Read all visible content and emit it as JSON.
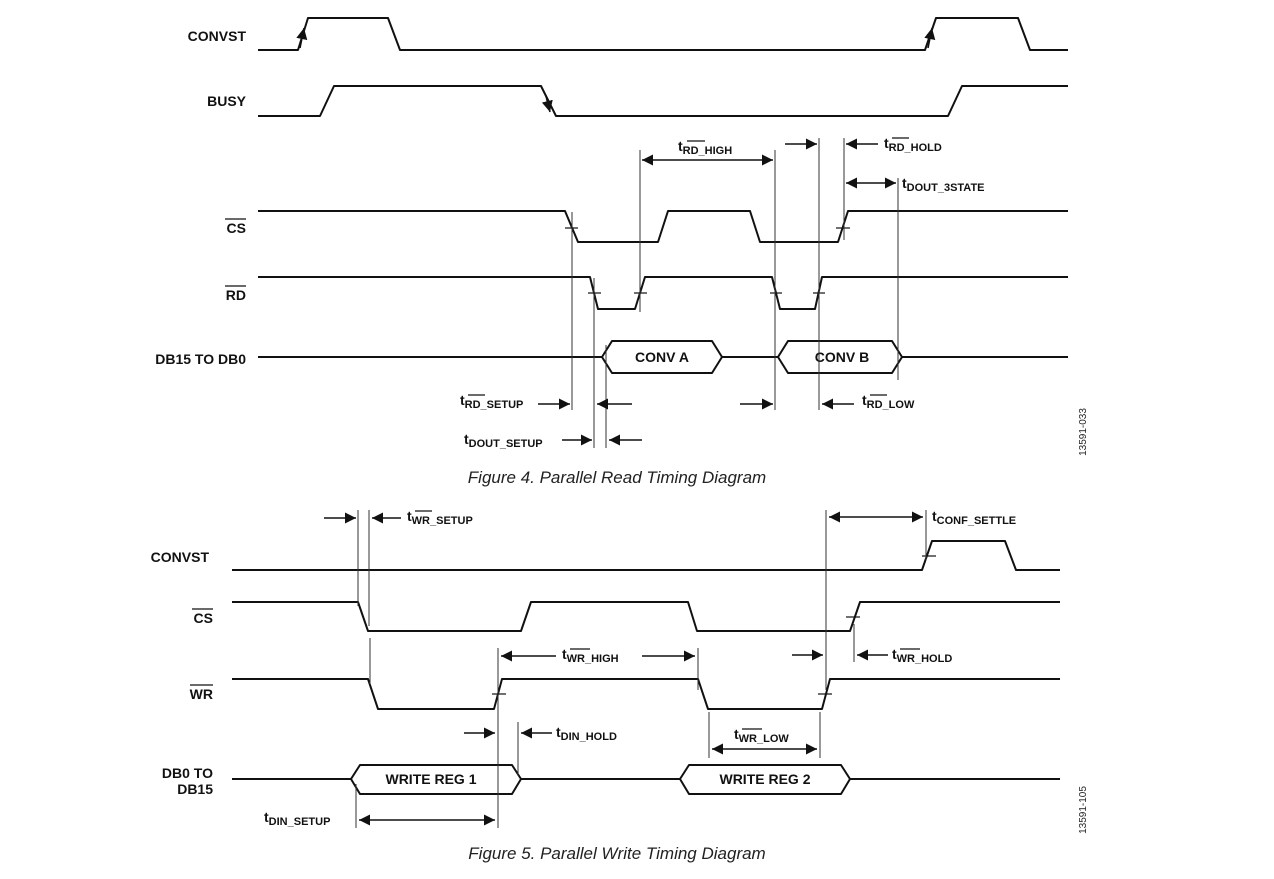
{
  "figure4": {
    "caption": "Figure 4. Parallel Read Timing Diagram",
    "code": "13591-033",
    "signals": {
      "convst": "CONVST",
      "busy": "BUSY",
      "cs": "CS",
      "rd": "RD",
      "db": "DB15 TO DB0"
    },
    "bus_values": [
      "CONV A",
      "CONV B"
    ],
    "timing": {
      "rd_high": {
        "base": "t",
        "sub": "RD_HIGH"
      },
      "rd_hold": {
        "base": "t",
        "sub": "RD_HOLD"
      },
      "dout_3state": {
        "base": "t",
        "sub": "DOUT_3STATE"
      },
      "rd_setup": {
        "base": "t",
        "sub": "RD_SETUP"
      },
      "rd_low": {
        "base": "t",
        "sub": "RD_LOW"
      },
      "dout_setup": {
        "base": "t",
        "sub": "DOUT_SETUP"
      }
    }
  },
  "figure5": {
    "caption": "Figure 5. Parallel Write Timing Diagram",
    "code": "13591-105",
    "signals": {
      "convst": "CONVST",
      "cs": "CS",
      "wr": "WR",
      "db_line1": "DB0 TO",
      "db_line2": "DB15"
    },
    "bus_values": [
      "WRITE REG 1",
      "WRITE REG 2"
    ],
    "timing": {
      "wr_setup": {
        "base": "t",
        "sub": "WR_SETUP"
      },
      "conf_settle": {
        "base": "t",
        "sub": "CONF_SETTLE"
      },
      "wr_high": {
        "base": "t",
        "sub": "WR_HIGH"
      },
      "wr_hold": {
        "base": "t",
        "sub": "WR_HOLD"
      },
      "din_hold": {
        "base": "t",
        "sub": "DIN_HOLD"
      },
      "wr_low": {
        "base": "t",
        "sub": "WR_LOW"
      },
      "din_setup": {
        "base": "t",
        "sub": "DIN_SETUP"
      }
    }
  }
}
